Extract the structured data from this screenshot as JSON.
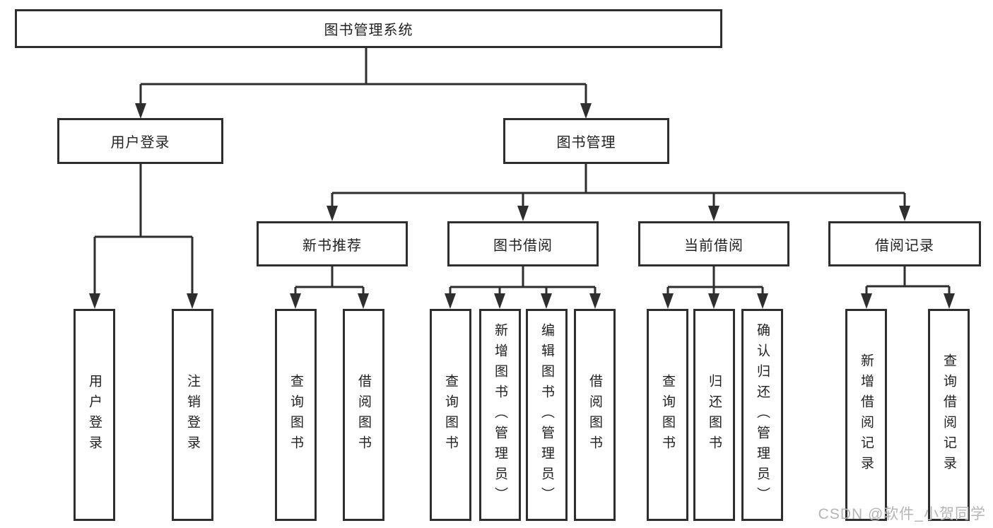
{
  "root": {
    "label": "图书管理系统"
  },
  "level2": {
    "user_login": {
      "label": "用户登录"
    },
    "book_management": {
      "label": "图书管理"
    }
  },
  "level3": {
    "new_book_recommend": {
      "label": "新书推荐"
    },
    "book_borrow": {
      "label": "图书借阅"
    },
    "current_borrow": {
      "label": "当前借阅"
    },
    "borrow_records": {
      "label": "借阅记录"
    }
  },
  "leaves": {
    "user_login": {
      "label": "用户登录"
    },
    "logout": {
      "label": "注销登录"
    },
    "nb_query_books": {
      "label": "查询图书"
    },
    "nb_borrow_books": {
      "label": "借阅图书"
    },
    "bb_query_books": {
      "label": "查询图书"
    },
    "bb_add_books": {
      "label": "新增图书（管理员）"
    },
    "bb_edit_books": {
      "label": "编辑图书（管理员）"
    },
    "bb_borrow_books": {
      "label": "借阅图书"
    },
    "cb_query_books": {
      "label": "查询图书"
    },
    "cb_return_books": {
      "label": "归还图书"
    },
    "cb_confirm_return": {
      "label": "确认归还（管理员）"
    },
    "br_add_record": {
      "label": "新增借阅记录"
    },
    "br_query_record": {
      "label": "查询借阅记录"
    }
  },
  "hierarchy": {
    "图书管理系统": {
      "用户登录": [
        "用户登录",
        "注销登录"
      ],
      "图书管理": {
        "新书推荐": [
          "查询图书",
          "借阅图书"
        ],
        "图书借阅": [
          "查询图书",
          "新增图书（管理员）",
          "编辑图书（管理员）",
          "借阅图书"
        ],
        "当前借阅": [
          "查询图书",
          "归还图书",
          "确认归还（管理员）"
        ],
        "借阅记录": [
          "新增借阅记录",
          "查询借阅记录"
        ]
      }
    }
  },
  "watermark": {
    "text": "CSDN @软件_小贺同学"
  },
  "colors": {
    "line": "#2e2e2e",
    "box_border": "#2e2e2e",
    "box_fill": "#ffffff",
    "text": "#222222",
    "watermark": "#b5b5b5",
    "background": "#ffffff"
  }
}
